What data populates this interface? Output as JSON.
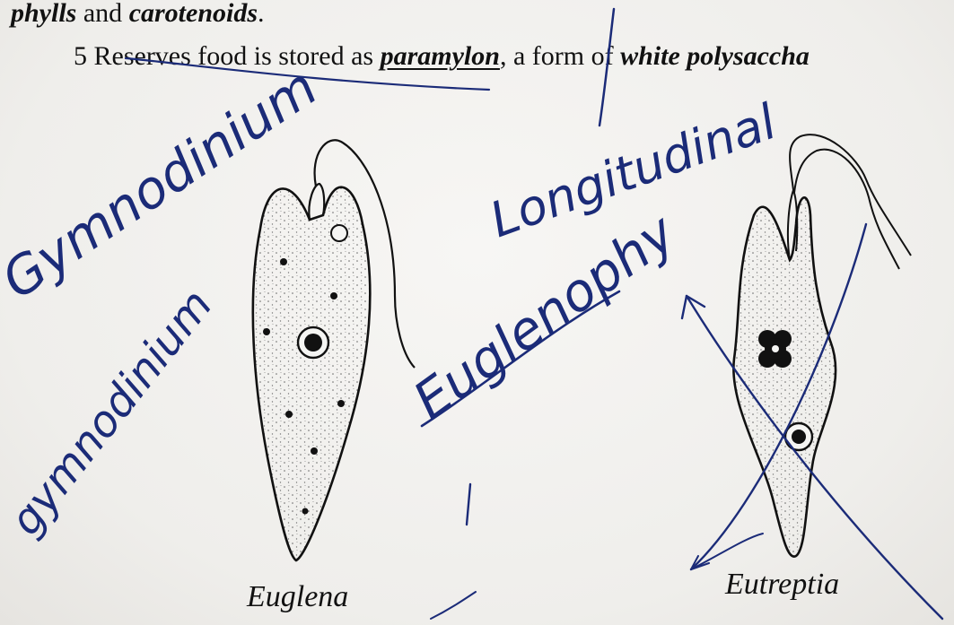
{
  "text": {
    "line1": {
      "w1": "phylls",
      "w2": "and",
      "w3": "carotenoids",
      "end": "."
    },
    "line2": {
      "num": "5",
      "a": "Reserves food  is stored as",
      "b": "paramylon",
      "c": ",",
      "d": "a form of",
      "e": "white polysaccha"
    }
  },
  "figures": {
    "left_caption": "Euglena",
    "right_caption": "Eutreptia"
  },
  "handwriting": {
    "top_left": "Gymnodinium",
    "mid_left": "gymnodinium",
    "right_top": "Longitudinal",
    "right_mid": "Euglenophy",
    "ink_color": "#1b2b78"
  }
}
